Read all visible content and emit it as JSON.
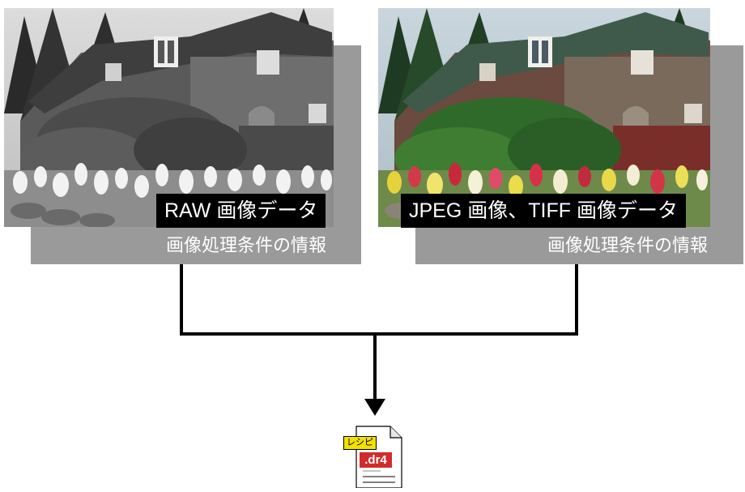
{
  "left_item": {
    "caption": "RAW 画像データ",
    "info_label": "画像処理条件の情報",
    "image_style": "grayscale"
  },
  "right_item": {
    "caption": "JPEG 画像、TIFF 画像データ",
    "info_label": "画像処理条件の情報",
    "image_style": "color"
  },
  "output_file": {
    "badge": "レシピ",
    "extension": ".dr4",
    "icon": "document-icon"
  },
  "colors": {
    "panel_gray": "#9a9a9a",
    "caption_bg": "#000000",
    "line": "#000000",
    "badge_yellow": "#f3e100",
    "extension_red": "#d22b2b"
  }
}
